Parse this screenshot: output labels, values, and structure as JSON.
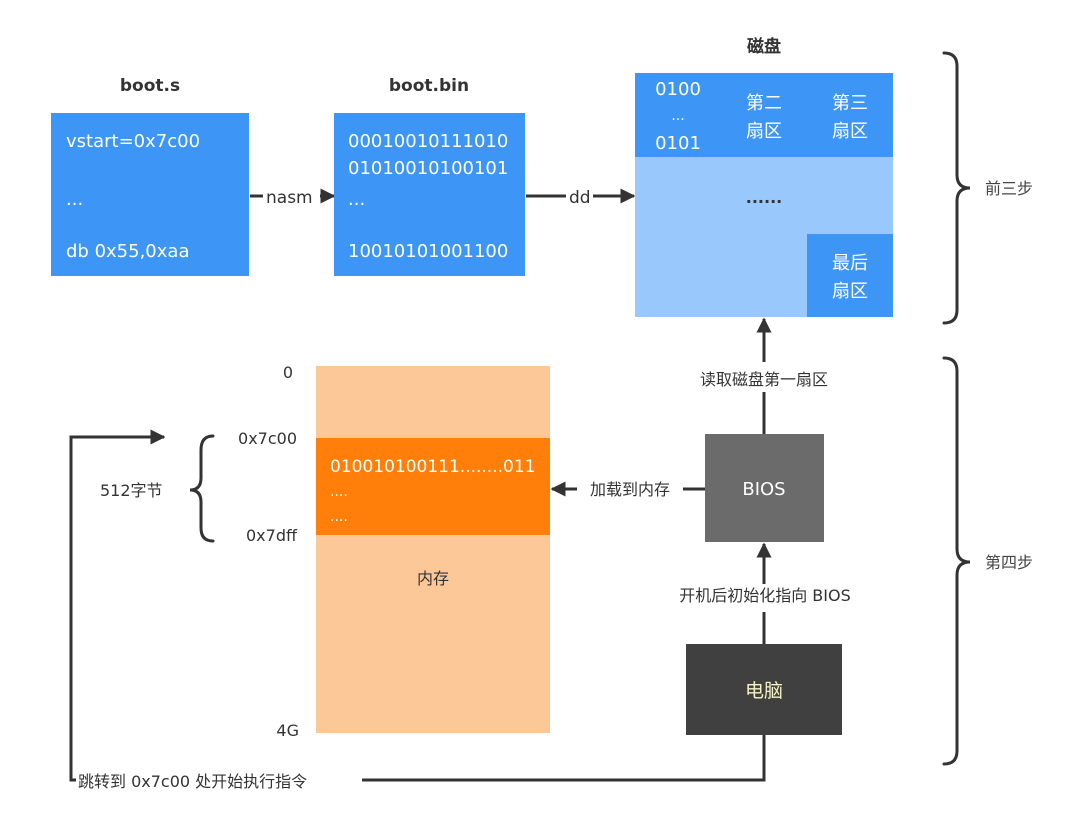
{
  "colors": {
    "blue": "#3d96f5",
    "light_blue": "#99c9fc",
    "orange": "#ff7f0a",
    "peach": "#fdc897",
    "bios_gray": "#6b6b6b",
    "computer_dark": "#404040",
    "computer_text": "#f6f3c4",
    "line": "#333333"
  },
  "boot_s": {
    "title": "boot.s",
    "lines": [
      "vstart=0x7c00",
      "...",
      "db 0x55,0xaa"
    ]
  },
  "nasm_label": "nasm",
  "boot_bin": {
    "title": "boot.bin",
    "lines": [
      "00010010111010",
      "01010010100101",
      "...",
      "10010101001100"
    ]
  },
  "dd_label": "dd",
  "disk": {
    "title": "磁盘",
    "first_sector": [
      "0100",
      "...",
      "0101"
    ],
    "second_sector": [
      "第二",
      "扇区"
    ],
    "third_sector": [
      "第三",
      "扇区"
    ],
    "middle": "......",
    "last_sector": [
      "最后",
      "扇区"
    ]
  },
  "steps": {
    "first_three": "前三步",
    "fourth": "第四步"
  },
  "memory": {
    "label": "内存",
    "addr_start": "0",
    "addr_boot_start": "0x7c00",
    "addr_boot_end": "0x7dff",
    "addr_end": "4G",
    "boot_lines": [
      "010010100111........011",
      "....",
      "...."
    ],
    "size_label": "512字节"
  },
  "bios": {
    "label": "BIOS",
    "read_label": "读取磁盘第一扇区",
    "load_label": "加载到内存",
    "init_label": "开机后初始化指向 BIOS"
  },
  "computer": {
    "label": "电脑"
  },
  "jump_label": "跳转到 0x7c00 处开始执行指令"
}
